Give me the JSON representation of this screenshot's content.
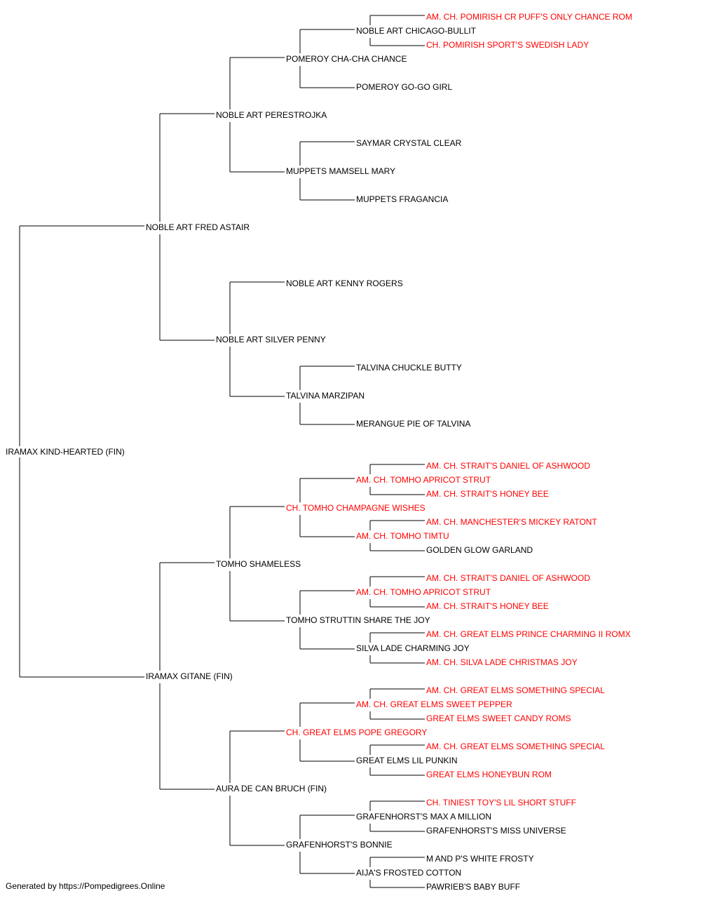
{
  "colors": {
    "champion": "#ff0000",
    "normal": "#000000",
    "line": "#000000"
  },
  "pedigree": {
    "subject": {
      "name": "IRAMAX KIND-HEARTED (FIN)",
      "champion": false
    },
    "sire": {
      "name": "NOBLE ART FRED ASTAIR",
      "champion": false
    },
    "dam": {
      "name": "IRAMAX GITANE (FIN)",
      "champion": false
    },
    "gen2": [
      {
        "name": "NOBLE ART PERESTROJKA",
        "champion": false
      },
      {
        "name": "NOBLE ART SILVER PENNY",
        "champion": false
      },
      {
        "name": "TOMHO SHAMELESS",
        "champion": false
      },
      {
        "name": "AURA DE CAN BRUCH (FIN)",
        "champion": false
      }
    ],
    "gen3": [
      {
        "name": "POMEROY CHA-CHA CHANCE",
        "champion": false
      },
      {
        "name": "MUPPETS MAMSELL MARY",
        "champion": false
      },
      {
        "name": "NOBLE ART KENNY ROGERS",
        "champion": false
      },
      {
        "name": "TALVINA MARZIPAN",
        "champion": false
      },
      {
        "name": "CH. TOMHO CHAMPAGNE WISHES",
        "champion": true
      },
      {
        "name": "TOMHO STRUTTIN SHARE THE JOY",
        "champion": false
      },
      {
        "name": "CH. GREAT ELMS POPE GREGORY",
        "champion": true
      },
      {
        "name": "GRAFENHORST'S BONNIE",
        "champion": false
      }
    ],
    "gen4": [
      {
        "name": "NOBLE ART CHICAGO-BULLIT",
        "champion": false
      },
      {
        "name": "POMEROY GO-GO GIRL",
        "champion": false
      },
      {
        "name": "SAYMAR CRYSTAL CLEAR",
        "champion": false
      },
      {
        "name": "MUPPETS FRAGANCIA",
        "champion": false
      },
      {
        "name": "TALVINA CHUCKLE BUTTY",
        "champion": false
      },
      {
        "name": "MERANGUE PIE OF TALVINA",
        "champion": false
      },
      {
        "name": "AM. CH. TOMHO APRICOT STRUT",
        "champion": true
      },
      {
        "name": "AM. CH. TOMHO TIMTU",
        "champion": true
      },
      {
        "name": "AM. CH. TOMHO APRICOT STRUT",
        "champion": true
      },
      {
        "name": "SILVA LADE CHARMING JOY",
        "champion": false
      },
      {
        "name": "AM. CH. GREAT ELMS SWEET PEPPER",
        "champion": true
      },
      {
        "name": "GREAT ELMS LIL PUNKIN",
        "champion": false
      },
      {
        "name": "GRAFENHORST'S MAX A MILLION",
        "champion": false
      },
      {
        "name": "AIJA'S FROSTED COTTON",
        "champion": false
      }
    ],
    "gen5": [
      {
        "name": "AM. CH. POMIRISH CR PUFF'S ONLY CHANCE ROM",
        "champion": true
      },
      {
        "name": "CH. POMIRISH SPORT'S SWEDISH LADY",
        "champion": true
      },
      {
        "name": "AM. CH. STRAIT'S DANIEL OF ASHWOOD",
        "champion": true
      },
      {
        "name": "AM. CH. STRAIT'S HONEY BEE",
        "champion": true
      },
      {
        "name": "AM. CH. MANCHESTER'S MICKEY RATONT",
        "champion": true
      },
      {
        "name": "GOLDEN GLOW GARLAND",
        "champion": false
      },
      {
        "name": "AM. CH. STRAIT'S DANIEL OF ASHWOOD",
        "champion": true
      },
      {
        "name": "AM. CH. STRAIT'S HONEY BEE",
        "champion": true
      },
      {
        "name": "AM. CH. GREAT ELMS PRINCE CHARMING II ROMX",
        "champion": true
      },
      {
        "name": "AM. CH. SILVA LADE CHRISTMAS JOY",
        "champion": true
      },
      {
        "name": "AM. CH. GREAT ELMS SOMETHING SPECIAL",
        "champion": true
      },
      {
        "name": "GREAT ELMS SWEET CANDY ROMS",
        "champion": true
      },
      {
        "name": "AM. CH. GREAT ELMS SOMETHING SPECIAL",
        "champion": true
      },
      {
        "name": "GREAT ELMS HONEYBUN ROM",
        "champion": true
      },
      {
        "name": "CH. TINIEST TOY'S LIL SHORT STUFF",
        "champion": true
      },
      {
        "name": "GRAFENHORST'S MISS UNIVERSE",
        "champion": false
      },
      {
        "name": "M AND P'S WHITE FROSTY",
        "champion": false
      },
      {
        "name": "PAWRIEB'S BABY BUFF",
        "champion": false
      }
    ]
  },
  "footer": "Generated by https://Pompedigrees.Online"
}
